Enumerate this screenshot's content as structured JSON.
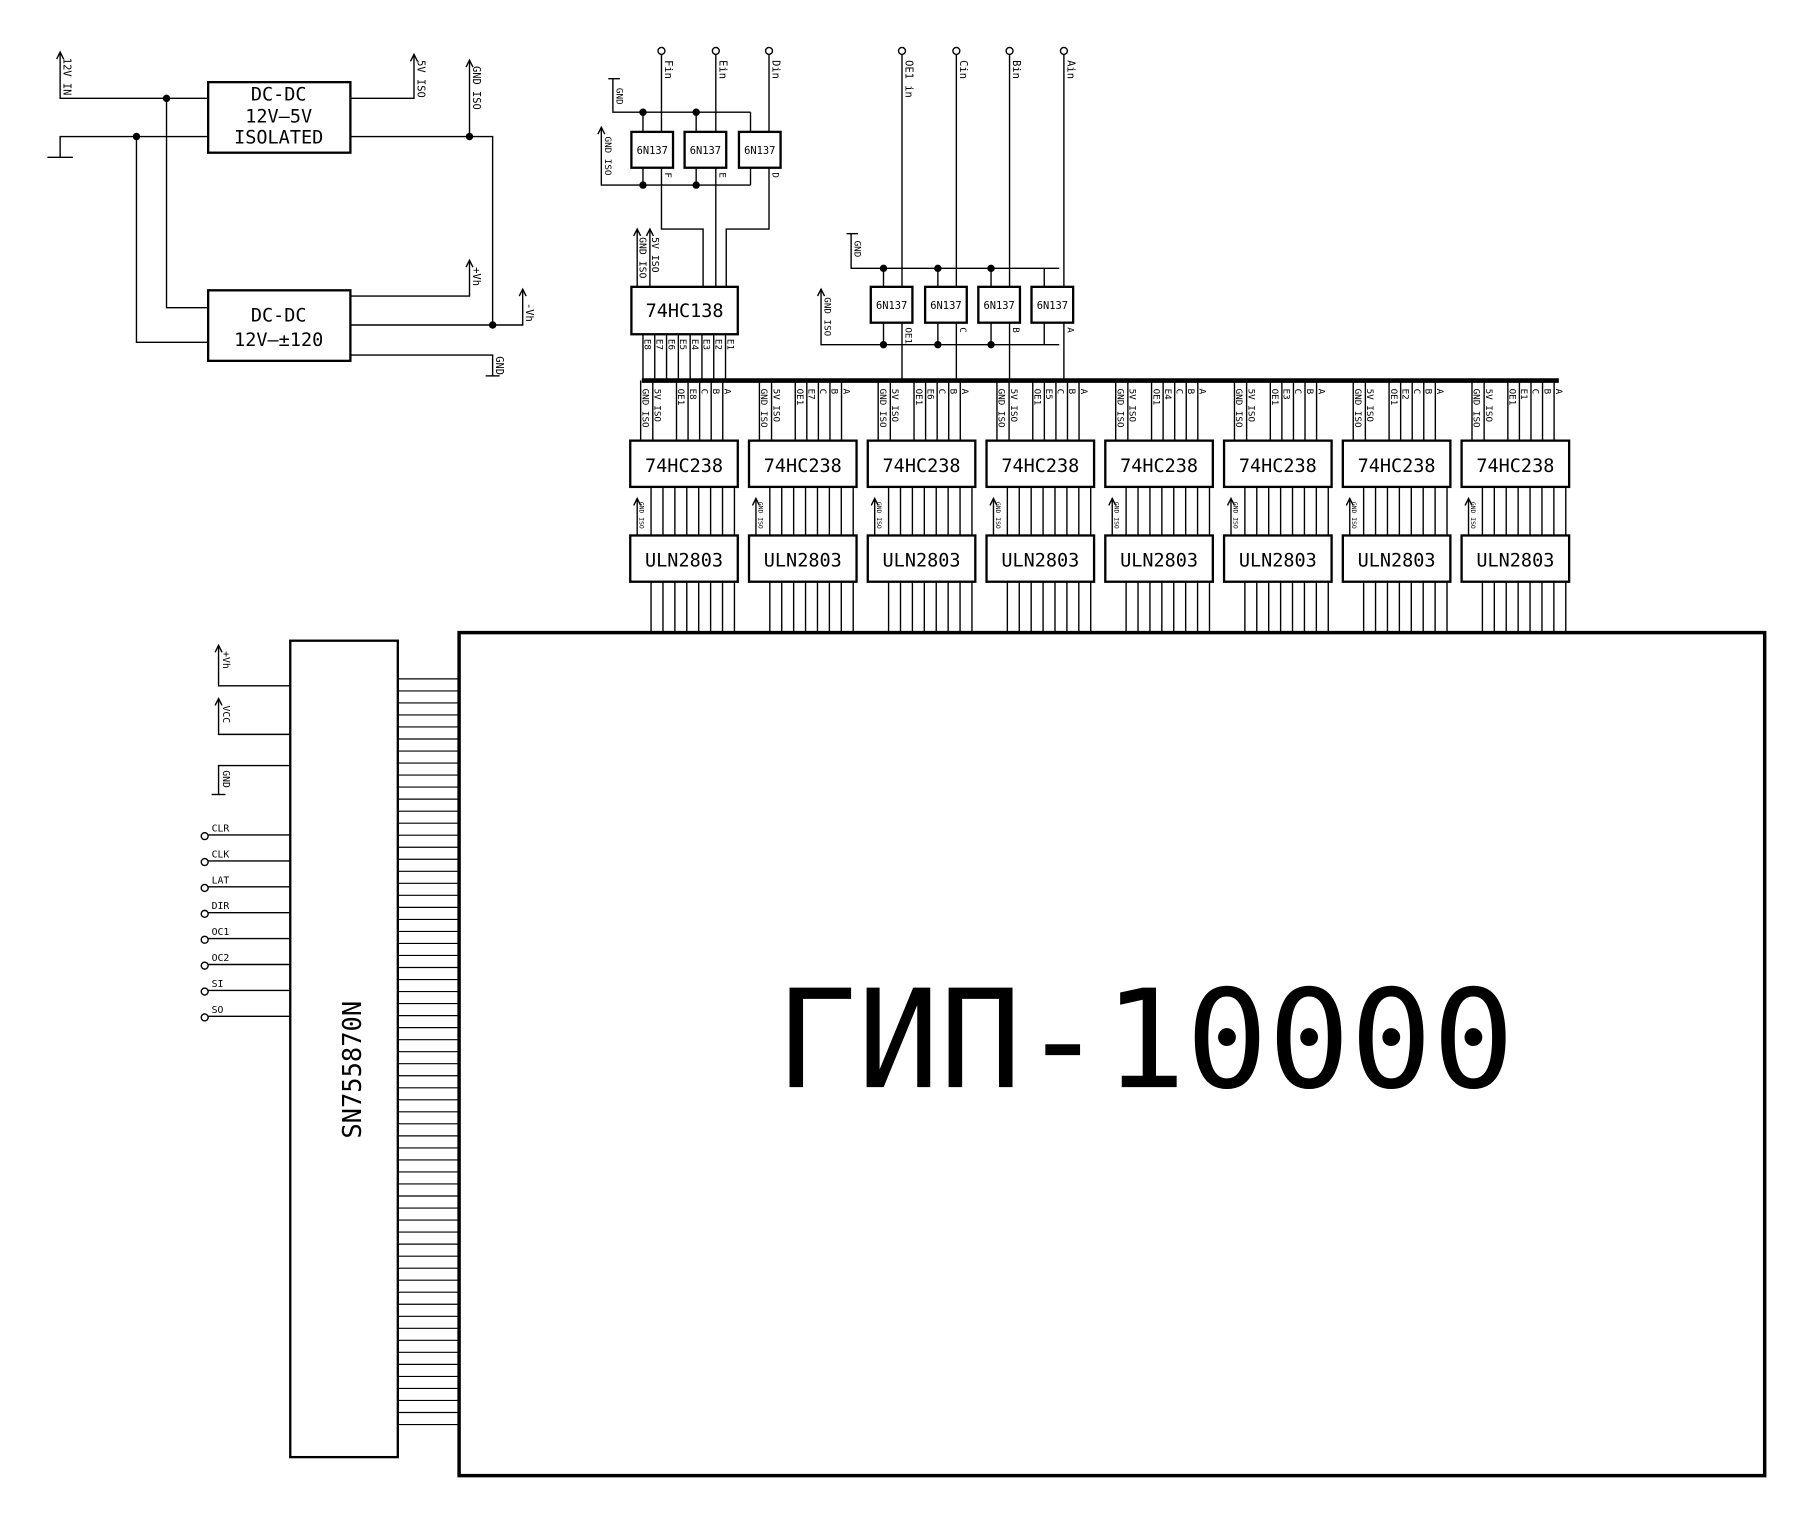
{
  "power": {
    "dcdc_isolated": {
      "lines": [
        "DC-DC",
        "12V—5V",
        "ISOLATED"
      ]
    },
    "dcdc_high": {
      "lines": [
        "DC-DC",
        "12V—±120"
      ]
    },
    "nets": {
      "in12v": "12V IN",
      "v5iso": "5V ISO",
      "gndiso": "GND ISO",
      "vh_plus": "+Vh",
      "vh_minus": "-Vh",
      "gnd": "GND"
    }
  },
  "opto_group_1": {
    "gnd": "GND",
    "gnd_iso": "GND ISO",
    "chips": [
      {
        "name": "6N137",
        "input": "Fin",
        "output": "F"
      },
      {
        "name": "6N137",
        "input": "Ein",
        "output": "E"
      },
      {
        "name": "6N137",
        "input": "Din",
        "output": "D"
      }
    ]
  },
  "decoder": {
    "name": "74HC138",
    "supply": [
      "GND ISO",
      "5V ISO"
    ],
    "outputs": [
      "E8",
      "E7",
      "E6",
      "E5",
      "E4",
      "E3",
      "E2",
      "E1"
    ]
  },
  "opto_group_2": {
    "gnd": "GND",
    "gnd_iso": "GND ISO",
    "chips": [
      {
        "name": "6N137",
        "input": "OE1 in",
        "output": "OE1"
      },
      {
        "name": "6N137",
        "input": "Cin",
        "output": "C"
      },
      {
        "name": "6N137",
        "input": "Bin",
        "output": "B"
      },
      {
        "name": "6N137",
        "input": "Ain",
        "output": "A"
      }
    ]
  },
  "banks": [
    {
      "decoder": "74HC238",
      "driver": "ULN2803",
      "driver_gnd": "GND ISO",
      "pins": [
        "GND ISO",
        "5V ISO",
        "OE1",
        "E8",
        "C",
        "B",
        "A"
      ]
    },
    {
      "decoder": "74HC238",
      "driver": "ULN2803",
      "driver_gnd": "GND ISO",
      "pins": [
        "GND ISO",
        "5V ISO",
        "OE1",
        "E7",
        "C",
        "B",
        "A"
      ]
    },
    {
      "decoder": "74HC238",
      "driver": "ULN2803",
      "driver_gnd": "GND ISO",
      "pins": [
        "GND ISO",
        "5V ISO",
        "OE1",
        "E6",
        "C",
        "B",
        "A"
      ]
    },
    {
      "decoder": "74HC238",
      "driver": "ULN2803",
      "driver_gnd": "GND ISO",
      "pins": [
        "GND ISO",
        "5V ISO",
        "OE1",
        "E5",
        "C",
        "B",
        "A"
      ]
    },
    {
      "decoder": "74HC238",
      "driver": "ULN2803",
      "driver_gnd": "GND ISO",
      "pins": [
        "GND ISO",
        "5V ISO",
        "OE1",
        "E4",
        "C",
        "B",
        "A"
      ]
    },
    {
      "decoder": "74HC238",
      "driver": "ULN2803",
      "driver_gnd": "GND ISO",
      "pins": [
        "GND ISO",
        "5V ISO",
        "OE1",
        "E3",
        "C",
        "B",
        "A"
      ]
    },
    {
      "decoder": "74HC238",
      "driver": "ULN2803",
      "driver_gnd": "GND ISO",
      "pins": [
        "GND ISO",
        "5V ISO",
        "OE1",
        "E2",
        "C",
        "B",
        "A"
      ]
    },
    {
      "decoder": "74HC238",
      "driver": "ULN2803",
      "driver_gnd": "GND ISO",
      "pins": [
        "GND ISO",
        "5V ISO",
        "OE1",
        "E1",
        "C",
        "B",
        "A"
      ]
    }
  ],
  "driver_ic": {
    "name": "SN755870N",
    "power_pins": [
      "+Vh",
      "VCC",
      "GND"
    ],
    "signals": [
      "CLR",
      "CLK",
      "LAT",
      "DIR",
      "OC1",
      "OC2",
      "SI",
      "SO"
    ]
  },
  "display": {
    "name": "ГИП-10000"
  }
}
